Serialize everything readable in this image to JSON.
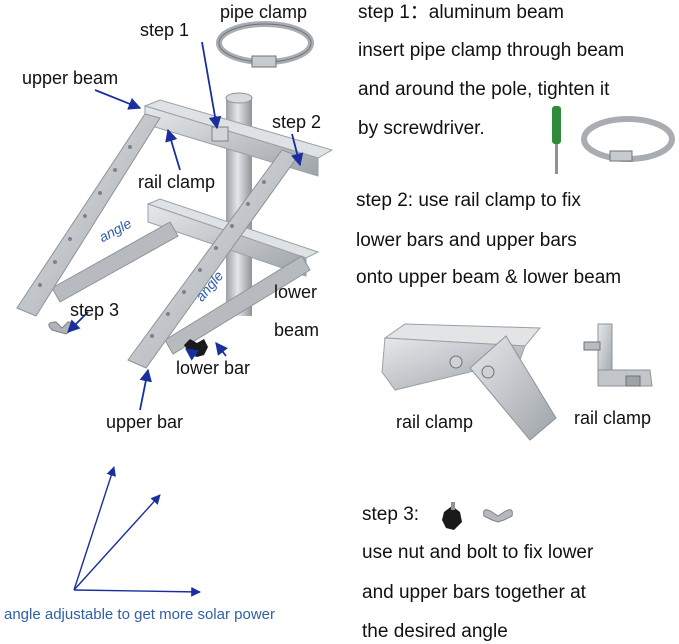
{
  "labels": {
    "pipe_clamp": "pipe clamp",
    "step1": "step 1",
    "upper_beam": "upper beam",
    "step2": "step 2",
    "rail_clamp": "rail clamp",
    "angle_left": "angle",
    "angle_right": "angle",
    "lower_beam_1": "lower",
    "lower_beam_2": "beam",
    "step3": "step 3",
    "lower_bar": "lower  bar",
    "upper_bar": "upper  bar",
    "rail_clamp_detail_1": "rail clamp",
    "rail_clamp_detail_2": "rail clamp",
    "footer": "angle adjustable to get more solar power"
  },
  "instructions": {
    "step1": [
      "step 1：aluminum beam",
      "insert pipe clamp through beam",
      "and around the pole, tighten it",
      "by screwdriver."
    ],
    "step2": [
      "step 2: use rail clamp to fix",
      "lower bars and upper bars",
      "onto upper beam & lower beam"
    ],
    "step3_title": "step 3:",
    "step3": [
      "use nut and bolt to fix lower",
      "and upper bars together at",
      "the desired angle"
    ]
  },
  "colors": {
    "arrow": "#1a2f9e",
    "footer_text": "#2f5fa8",
    "metal": "#c9ccd0",
    "screwdriver_handle": "#2e8b3a"
  }
}
